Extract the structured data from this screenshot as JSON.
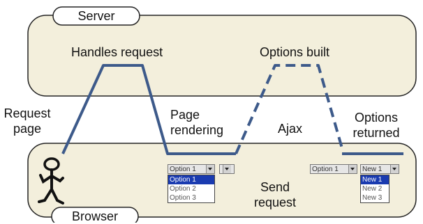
{
  "server": {
    "label": "Server",
    "handles_request": "Handles request",
    "options_built": "Options built"
  },
  "middle": {
    "request_page": [
      "Request",
      "page"
    ],
    "page_rendering": [
      "Page",
      "rendering"
    ],
    "ajax": "Ajax",
    "options_returned": [
      "Options",
      "returned"
    ]
  },
  "browser": {
    "label": "Browser",
    "send_request": [
      "Send",
      "request"
    ]
  },
  "dropdown_left": {
    "selected": "Option 1",
    "options": [
      "Option 1",
      "Option 2",
      "Option 3"
    ]
  },
  "dropdown_right_a": {
    "selected": "Option 1"
  },
  "dropdown_right_b": {
    "selected": "New 1",
    "options": [
      "New 1",
      "New 2",
      "New 3"
    ]
  },
  "colors": {
    "panel_fill": "#f3efdc",
    "panel_stroke": "#222222",
    "flow_line": "#3d5a8a"
  }
}
